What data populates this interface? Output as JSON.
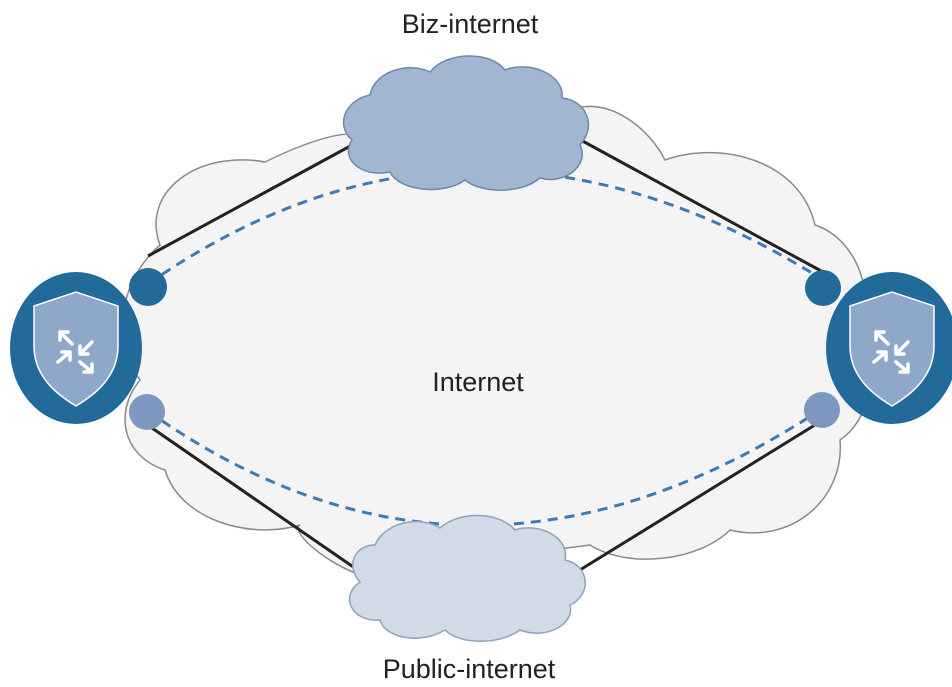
{
  "labels": {
    "top_cloud": "Biz-internet",
    "center": "Internet",
    "bottom_cloud": "Public-internet"
  },
  "colors": {
    "big_cloud_fill": "#f4f4f4",
    "big_cloud_stroke": "#8a8a8a",
    "biz_cloud_fill": "#a3b6d1",
    "biz_cloud_stroke": "#6f87a8",
    "public_cloud_fill": "#d0dbe7",
    "public_cloud_stroke": "#8ea3bb",
    "router_outer": "#216a9a",
    "router_shield": "#8fa7c9",
    "port_dark": "#216a9a",
    "port_light": "#7e97c0",
    "link_solid": "#222222",
    "link_dashed": "#3f7ab1"
  },
  "icons": {
    "left_router": "router-shield-icon",
    "right_router": "router-shield-icon"
  }
}
